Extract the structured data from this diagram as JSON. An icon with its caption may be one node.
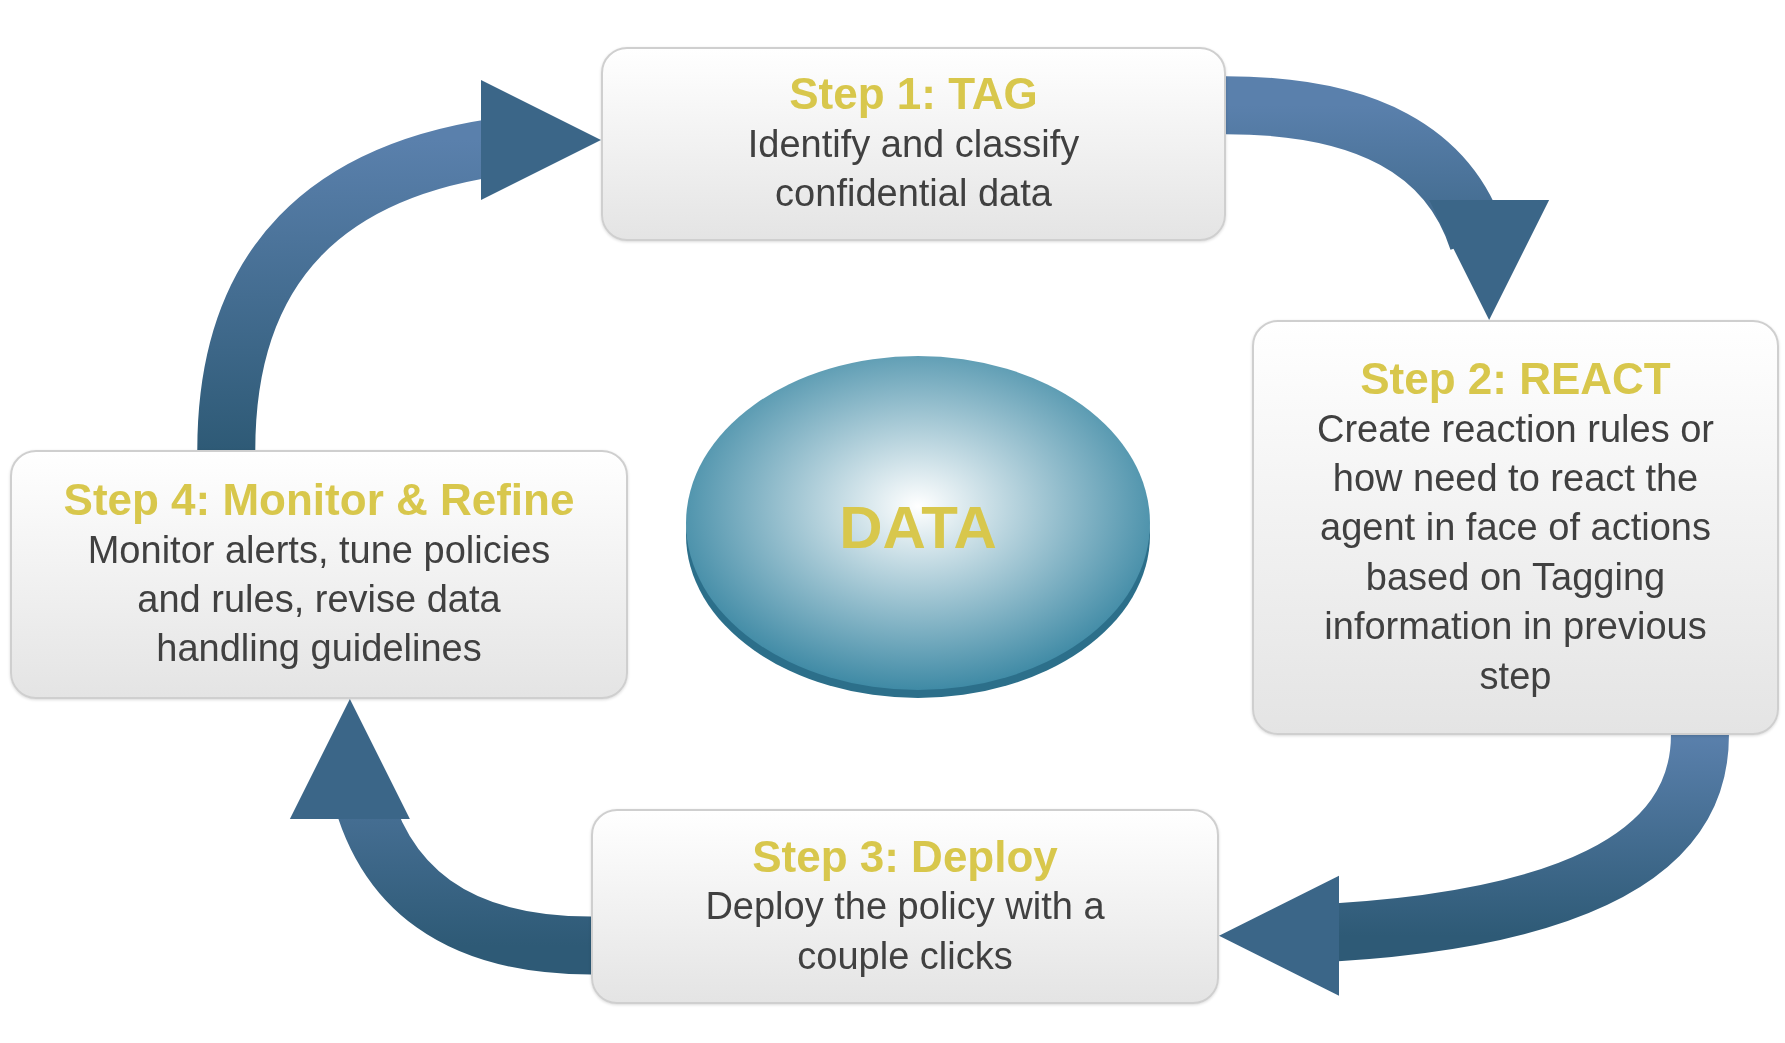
{
  "diagram": {
    "nodes": [
      {
        "text": [
          "Step 1: TAG",
          "Identify and classify confidential data"
        ]
      },
      {
        "text": [
          "Step 2: REACT",
          "Create reaction rules or how need to react the agent in face of actions based on Tagging information in previous step"
        ]
      },
      {
        "text": [
          "Step 3: Deploy",
          "Deploy the policy with a couple clicks"
        ]
      },
      {
        "text": [
          "Step 4: Monitor & Refine",
          "Monitor alerts, tune policies and rules, revise data handling guidelines"
        ]
      },
      {
        "text": [
          "DATA"
        ]
      }
    ],
    "edges": [
      {
        "from": 0,
        "to": 1,
        "arrow": "to",
        "style": "thick"
      },
      {
        "from": 1,
        "to": 2,
        "arrow": "to",
        "style": "thick"
      },
      {
        "from": 2,
        "to": 3,
        "arrow": "to",
        "style": "thick"
      },
      {
        "from": 3,
        "to": 0,
        "arrow": "to",
        "style": "thick"
      }
    ]
  }
}
